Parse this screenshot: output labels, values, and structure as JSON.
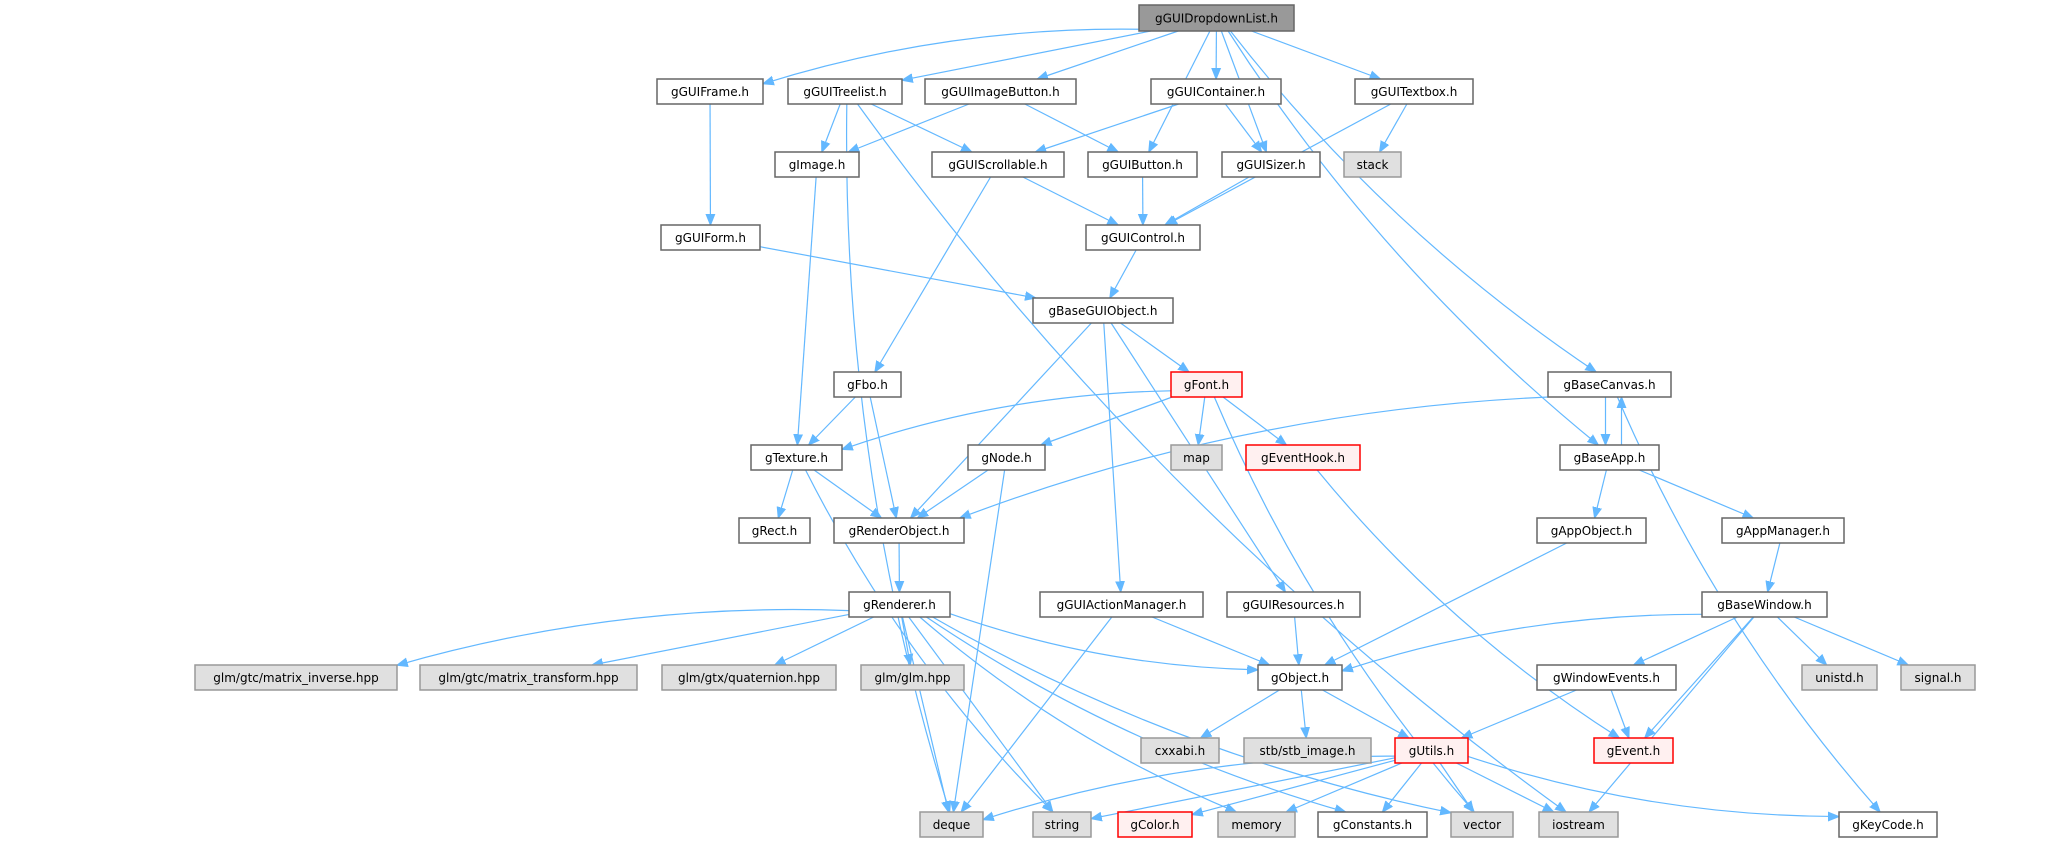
{
  "title": "gGUIDropdownList.h",
  "colors": {
    "edge": "#63b8ff",
    "root_fill": "#999999",
    "system_fill": "#e0e0e0",
    "red_border": "#ff0000"
  },
  "nodes": [
    {
      "id": "root",
      "label": "gGUIDropdownList.h",
      "kind": "root"
    },
    {
      "id": "frame",
      "label": "gGUIFrame.h",
      "kind": "normal"
    },
    {
      "id": "treelist",
      "label": "gGUITreelist.h",
      "kind": "normal"
    },
    {
      "id": "imagebutton",
      "label": "gGUIImageButton.h",
      "kind": "normal"
    },
    {
      "id": "container",
      "label": "gGUIContainer.h",
      "kind": "normal"
    },
    {
      "id": "textbox",
      "label": "gGUITextbox.h",
      "kind": "normal"
    },
    {
      "id": "image",
      "label": "gImage.h",
      "kind": "normal"
    },
    {
      "id": "scrollable",
      "label": "gGUIScrollable.h",
      "kind": "normal"
    },
    {
      "id": "button",
      "label": "gGUIButton.h",
      "kind": "normal"
    },
    {
      "id": "sizer",
      "label": "gGUISizer.h",
      "kind": "normal"
    },
    {
      "id": "stack",
      "label": "stack",
      "kind": "system"
    },
    {
      "id": "form",
      "label": "gGUIForm.h",
      "kind": "normal"
    },
    {
      "id": "control",
      "label": "gGUIControl.h",
      "kind": "normal"
    },
    {
      "id": "baseguiobject",
      "label": "gBaseGUIObject.h",
      "kind": "normal"
    },
    {
      "id": "fbo",
      "label": "gFbo.h",
      "kind": "normal"
    },
    {
      "id": "font",
      "label": "gFont.h",
      "kind": "red"
    },
    {
      "id": "basecanvas",
      "label": "gBaseCanvas.h",
      "kind": "normal"
    },
    {
      "id": "texture",
      "label": "gTexture.h",
      "kind": "normal"
    },
    {
      "id": "node",
      "label": "gNode.h",
      "kind": "normal"
    },
    {
      "id": "map",
      "label": "map",
      "kind": "system"
    },
    {
      "id": "eventhook",
      "label": "gEventHook.h",
      "kind": "red"
    },
    {
      "id": "baseapp",
      "label": "gBaseApp.h",
      "kind": "normal"
    },
    {
      "id": "rect",
      "label": "gRect.h",
      "kind": "normal"
    },
    {
      "id": "renderobject",
      "label": "gRenderObject.h",
      "kind": "normal"
    },
    {
      "id": "appobject",
      "label": "gAppObject.h",
      "kind": "normal"
    },
    {
      "id": "appmanager",
      "label": "gAppManager.h",
      "kind": "normal"
    },
    {
      "id": "renderer",
      "label": "gRenderer.h",
      "kind": "normal"
    },
    {
      "id": "actionmanager",
      "label": "gGUIActionManager.h",
      "kind": "normal"
    },
    {
      "id": "resources",
      "label": "gGUIResources.h",
      "kind": "normal"
    },
    {
      "id": "basewindow",
      "label": "gBaseWindow.h",
      "kind": "normal"
    },
    {
      "id": "matinv",
      "label": "glm/gtc/matrix_inverse.hpp",
      "kind": "system"
    },
    {
      "id": "mattrans",
      "label": "glm/gtc/matrix_transform.hpp",
      "kind": "system"
    },
    {
      "id": "quat",
      "label": "glm/gtx/quaternion.hpp",
      "kind": "system"
    },
    {
      "id": "glm",
      "label": "glm/glm.hpp",
      "kind": "system"
    },
    {
      "id": "object",
      "label": "gObject.h",
      "kind": "normal"
    },
    {
      "id": "windowevents",
      "label": "gWindowEvents.h",
      "kind": "normal"
    },
    {
      "id": "unistd",
      "label": "unistd.h",
      "kind": "system"
    },
    {
      "id": "signal",
      "label": "signal.h",
      "kind": "system"
    },
    {
      "id": "cxxabi",
      "label": "cxxabi.h",
      "kind": "system"
    },
    {
      "id": "stbimage",
      "label": "stb/stb_image.h",
      "kind": "system"
    },
    {
      "id": "utils",
      "label": "gUtils.h",
      "kind": "red"
    },
    {
      "id": "event",
      "label": "gEvent.h",
      "kind": "red"
    },
    {
      "id": "deque",
      "label": "deque",
      "kind": "system"
    },
    {
      "id": "string",
      "label": "string",
      "kind": "system"
    },
    {
      "id": "color",
      "label": "gColor.h",
      "kind": "red"
    },
    {
      "id": "memory",
      "label": "memory",
      "kind": "system"
    },
    {
      "id": "constants",
      "label": "gConstants.h",
      "kind": "normal"
    },
    {
      "id": "vector",
      "label": "vector",
      "kind": "system"
    },
    {
      "id": "iostream",
      "label": "iostream",
      "kind": "system"
    },
    {
      "id": "keycode",
      "label": "gKeyCode.h",
      "kind": "normal"
    }
  ],
  "edges": [
    [
      "root",
      "frame"
    ],
    [
      "root",
      "treelist"
    ],
    [
      "root",
      "imagebutton"
    ],
    [
      "root",
      "button"
    ],
    [
      "root",
      "container"
    ],
    [
      "root",
      "sizer"
    ],
    [
      "root",
      "textbox"
    ],
    [
      "root",
      "baseapp"
    ],
    [
      "root",
      "basecanvas"
    ],
    [
      "frame",
      "form"
    ],
    [
      "treelist",
      "image"
    ],
    [
      "treelist",
      "scrollable"
    ],
    [
      "treelist",
      "deque"
    ],
    [
      "treelist",
      "iostream"
    ],
    [
      "imagebutton",
      "image"
    ],
    [
      "imagebutton",
      "button"
    ],
    [
      "container",
      "scrollable"
    ],
    [
      "container",
      "sizer"
    ],
    [
      "textbox",
      "stack"
    ],
    [
      "textbox",
      "control"
    ],
    [
      "scrollable",
      "fbo"
    ],
    [
      "scrollable",
      "control"
    ],
    [
      "image",
      "texture"
    ],
    [
      "button",
      "control"
    ],
    [
      "sizer",
      "control"
    ],
    [
      "form",
      "baseguiobject"
    ],
    [
      "control",
      "baseguiobject"
    ],
    [
      "baseguiobject",
      "renderobject"
    ],
    [
      "baseguiobject",
      "font"
    ],
    [
      "baseguiobject",
      "actionmanager"
    ],
    [
      "baseguiobject",
      "resources"
    ],
    [
      "fbo",
      "texture"
    ],
    [
      "fbo",
      "renderobject"
    ],
    [
      "font",
      "texture"
    ],
    [
      "font",
      "node"
    ],
    [
      "font",
      "map"
    ],
    [
      "font",
      "eventhook"
    ],
    [
      "font",
      "vector"
    ],
    [
      "basecanvas",
      "renderobject"
    ],
    [
      "basecanvas",
      "baseapp"
    ],
    [
      "basecanvas",
      "keycode"
    ],
    [
      "baseapp",
      "basecanvas"
    ],
    [
      "baseapp",
      "appobject"
    ],
    [
      "baseapp",
      "appmanager"
    ],
    [
      "texture",
      "rect"
    ],
    [
      "texture",
      "renderobject"
    ],
    [
      "texture",
      "string"
    ],
    [
      "node",
      "renderobject"
    ],
    [
      "node",
      "deque"
    ],
    [
      "eventhook",
      "event"
    ],
    [
      "renderobject",
      "renderer"
    ],
    [
      "appobject",
      "object"
    ],
    [
      "appmanager",
      "basewindow"
    ],
    [
      "renderer",
      "matinv"
    ],
    [
      "renderer",
      "mattrans"
    ],
    [
      "renderer",
      "quat"
    ],
    [
      "renderer",
      "glm"
    ],
    [
      "renderer",
      "object"
    ],
    [
      "renderer",
      "deque"
    ],
    [
      "renderer",
      "string"
    ],
    [
      "renderer",
      "memory"
    ],
    [
      "renderer",
      "constants"
    ],
    [
      "renderer",
      "vector"
    ],
    [
      "actionmanager",
      "object"
    ],
    [
      "actionmanager",
      "deque"
    ],
    [
      "resources",
      "object"
    ],
    [
      "basewindow",
      "object"
    ],
    [
      "basewindow",
      "windowevents"
    ],
    [
      "basewindow",
      "event"
    ],
    [
      "basewindow",
      "iostream"
    ],
    [
      "basewindow",
      "unistd"
    ],
    [
      "basewindow",
      "signal"
    ],
    [
      "object",
      "cxxabi"
    ],
    [
      "object",
      "stbimage"
    ],
    [
      "object",
      "utils"
    ],
    [
      "windowevents",
      "utils"
    ],
    [
      "windowevents",
      "event"
    ],
    [
      "utils",
      "deque"
    ],
    [
      "utils",
      "string"
    ],
    [
      "utils",
      "color"
    ],
    [
      "utils",
      "memory"
    ],
    [
      "utils",
      "constants"
    ],
    [
      "utils",
      "vector"
    ],
    [
      "utils",
      "iostream"
    ],
    [
      "utils",
      "keycode"
    ]
  ]
}
